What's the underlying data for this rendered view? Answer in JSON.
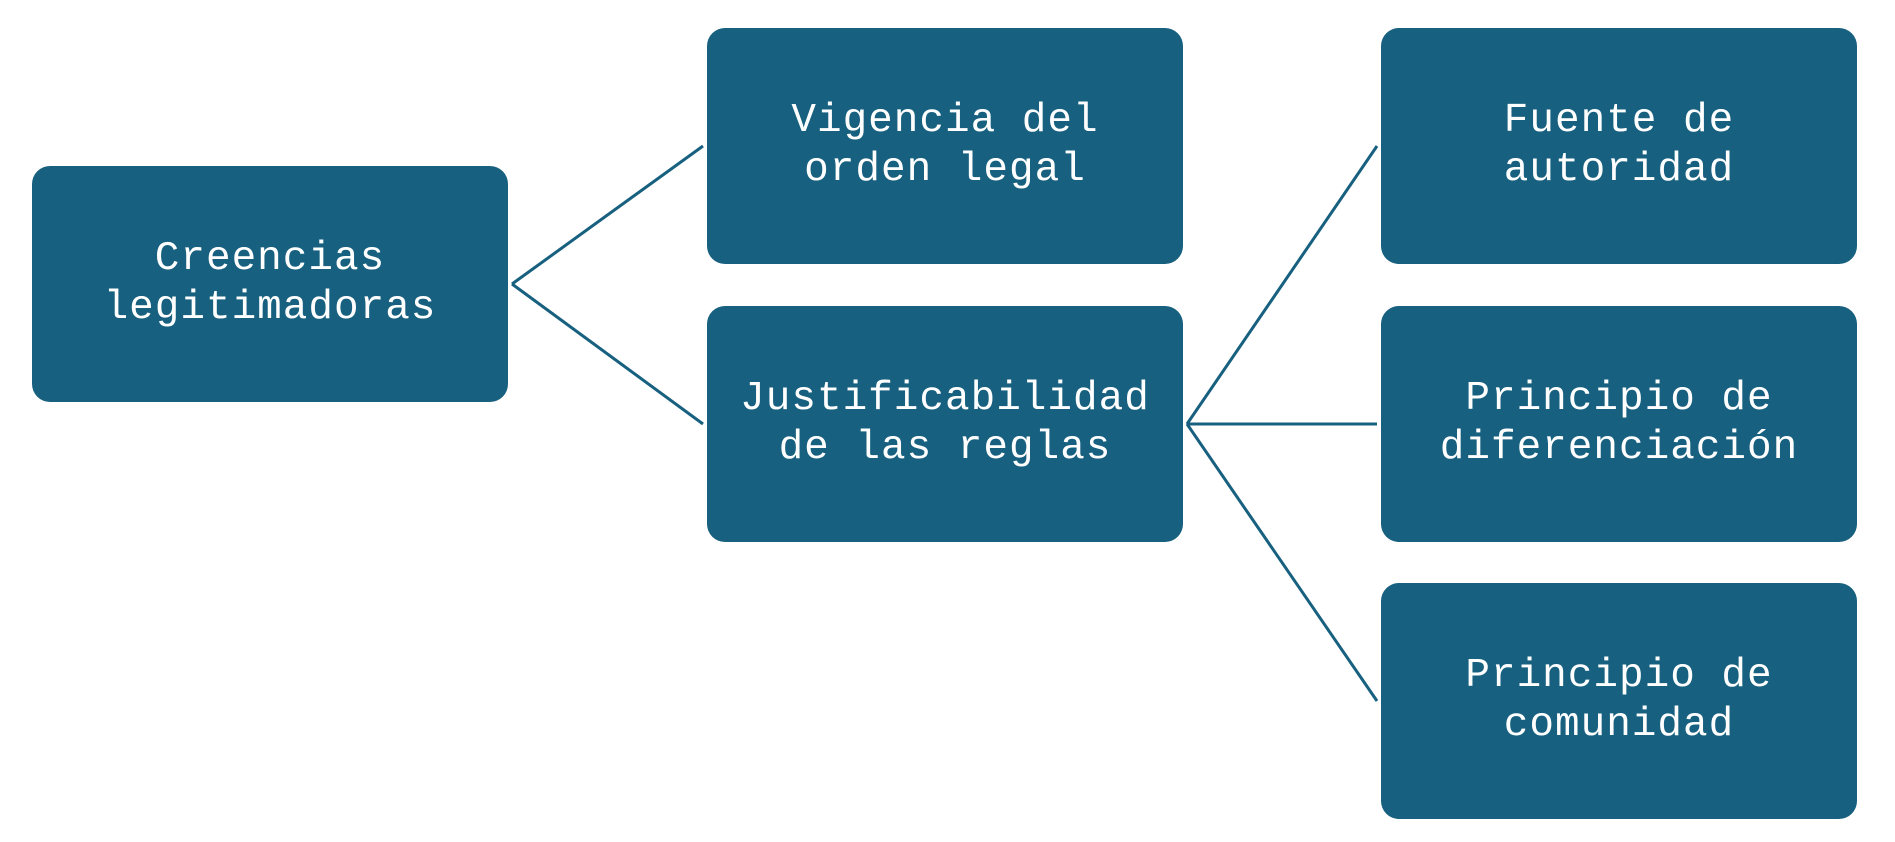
{
  "colors": {
    "node_fill": "#17607f",
    "node_text": "#ffffff",
    "connector": "#17607f"
  },
  "nodes": {
    "root": {
      "label": "Creencias\nlegitimadoras"
    },
    "vigencia": {
      "label": "Vigencia del\norden legal"
    },
    "justificabilidad": {
      "label": "Justificabilidad\nde las reglas"
    },
    "fuente": {
      "label": "Fuente de\nautoridad"
    },
    "diferenciacion": {
      "label": "Principio de\ndiferenciación"
    },
    "comunidad": {
      "label": "Principio de\ncomunidad"
    }
  },
  "edges": [
    {
      "from": "root",
      "to": "vigencia"
    },
    {
      "from": "root",
      "to": "justificabilidad"
    },
    {
      "from": "justificabilidad",
      "to": "fuente"
    },
    {
      "from": "justificabilidad",
      "to": "diferenciacion"
    },
    {
      "from": "justificabilidad",
      "to": "comunidad"
    }
  ]
}
